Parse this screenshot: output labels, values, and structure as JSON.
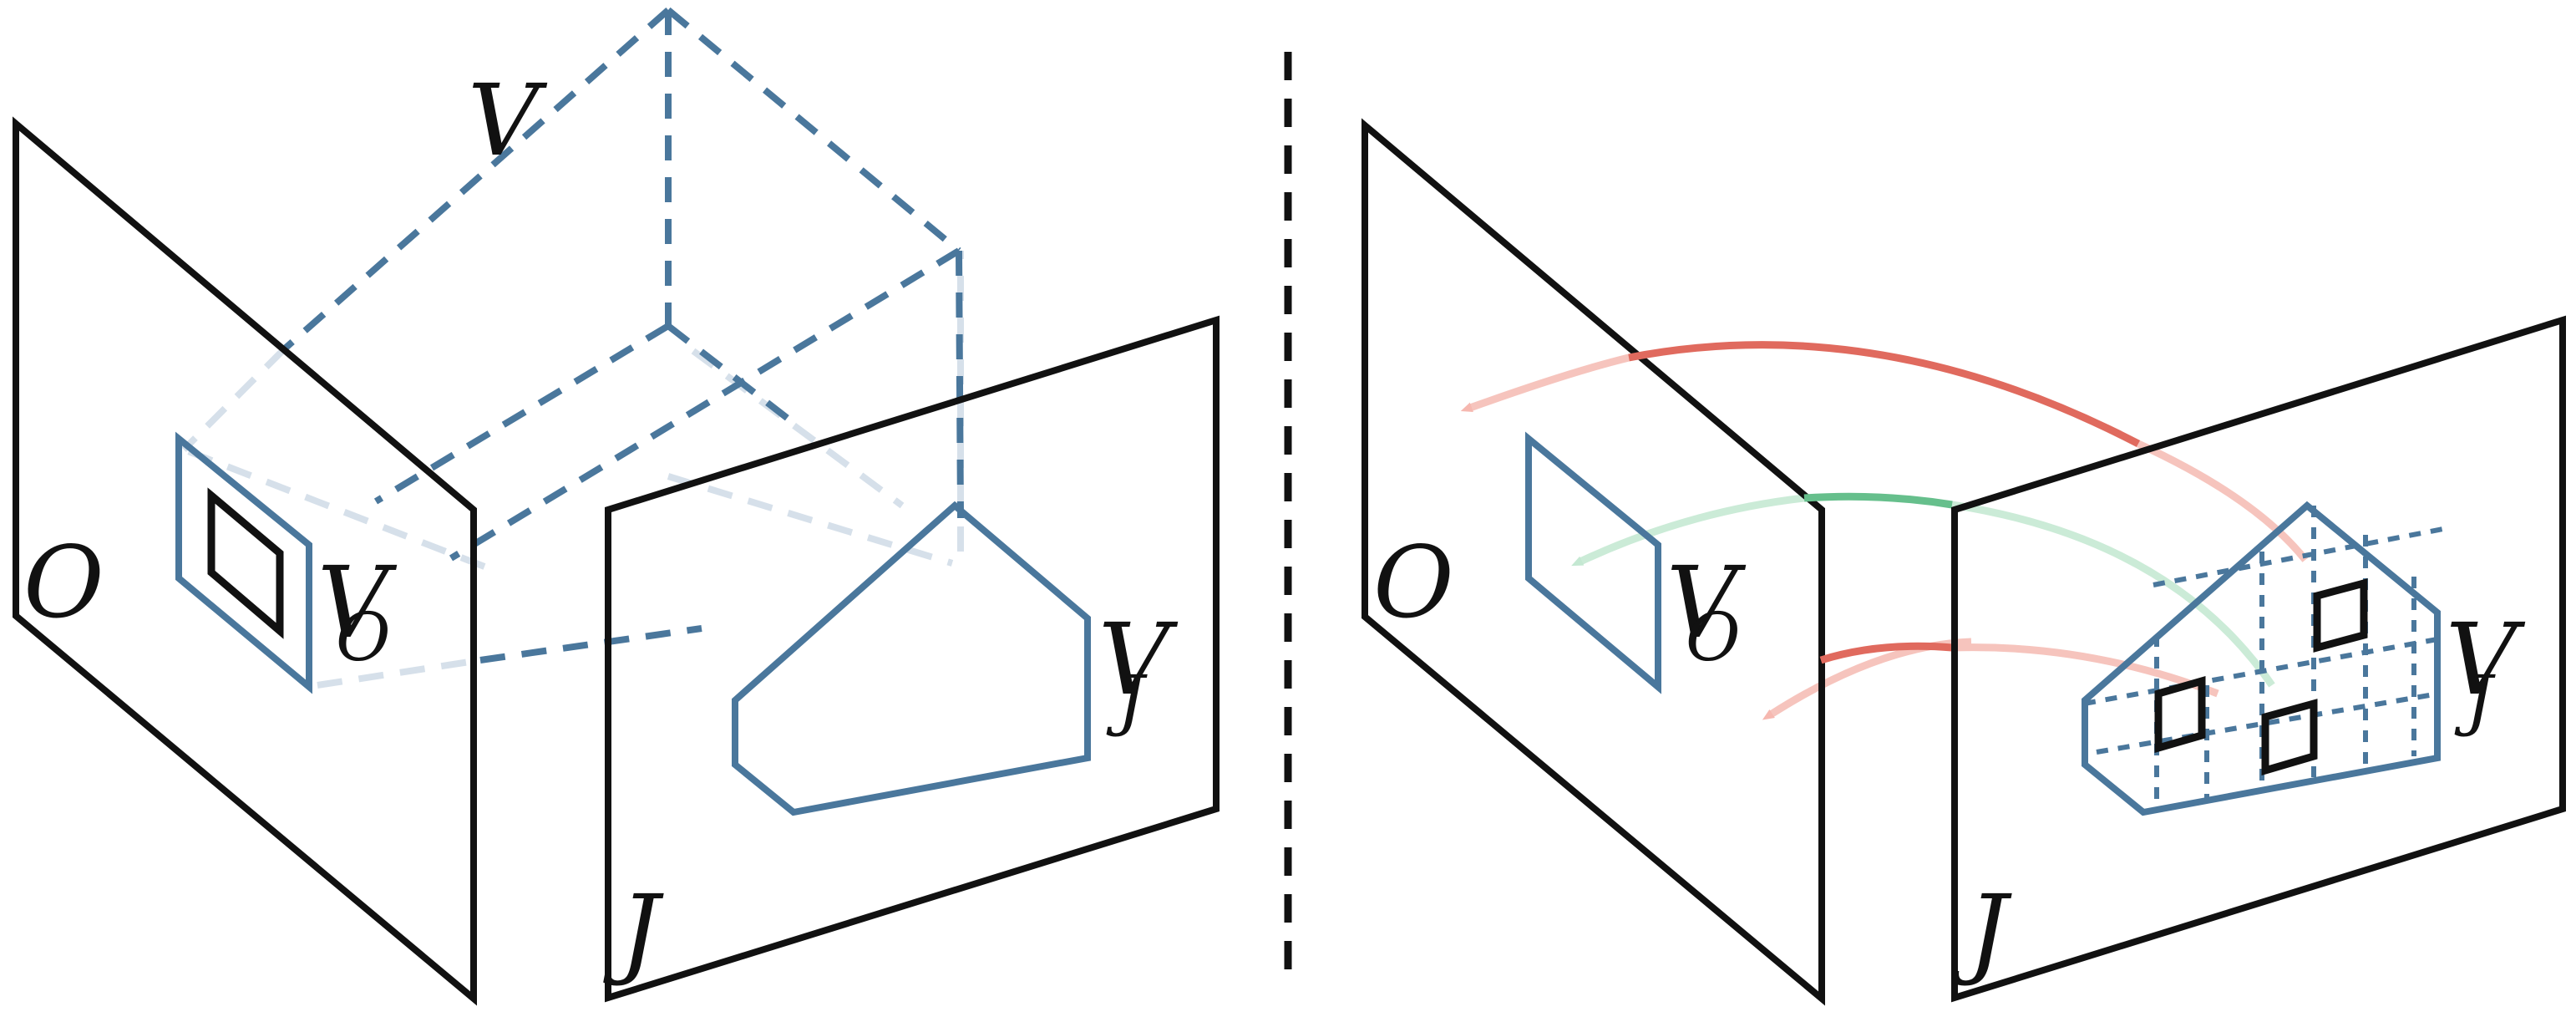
{
  "colors": {
    "frame": "#111111",
    "volume": "#4a779c",
    "volume_faint": "#d6e0ea",
    "arrow_red": "#e06a5e",
    "arrow_red_faint": "#f6c4bd",
    "arrow_green": "#66bf8c",
    "arrow_green_faint": "#cbebd7"
  },
  "left_panel": {
    "volume_label": "V",
    "object_label": "O",
    "object_volume_label": "V",
    "object_volume_sub": "O",
    "image_label": "J",
    "image_volume_label": "V",
    "image_volume_sub": "J"
  },
  "right_panel": {
    "object_label": "O",
    "object_volume_label": "V",
    "object_volume_sub": "O",
    "image_label": "J",
    "image_volume_label": "V",
    "image_volume_sub": "J"
  }
}
